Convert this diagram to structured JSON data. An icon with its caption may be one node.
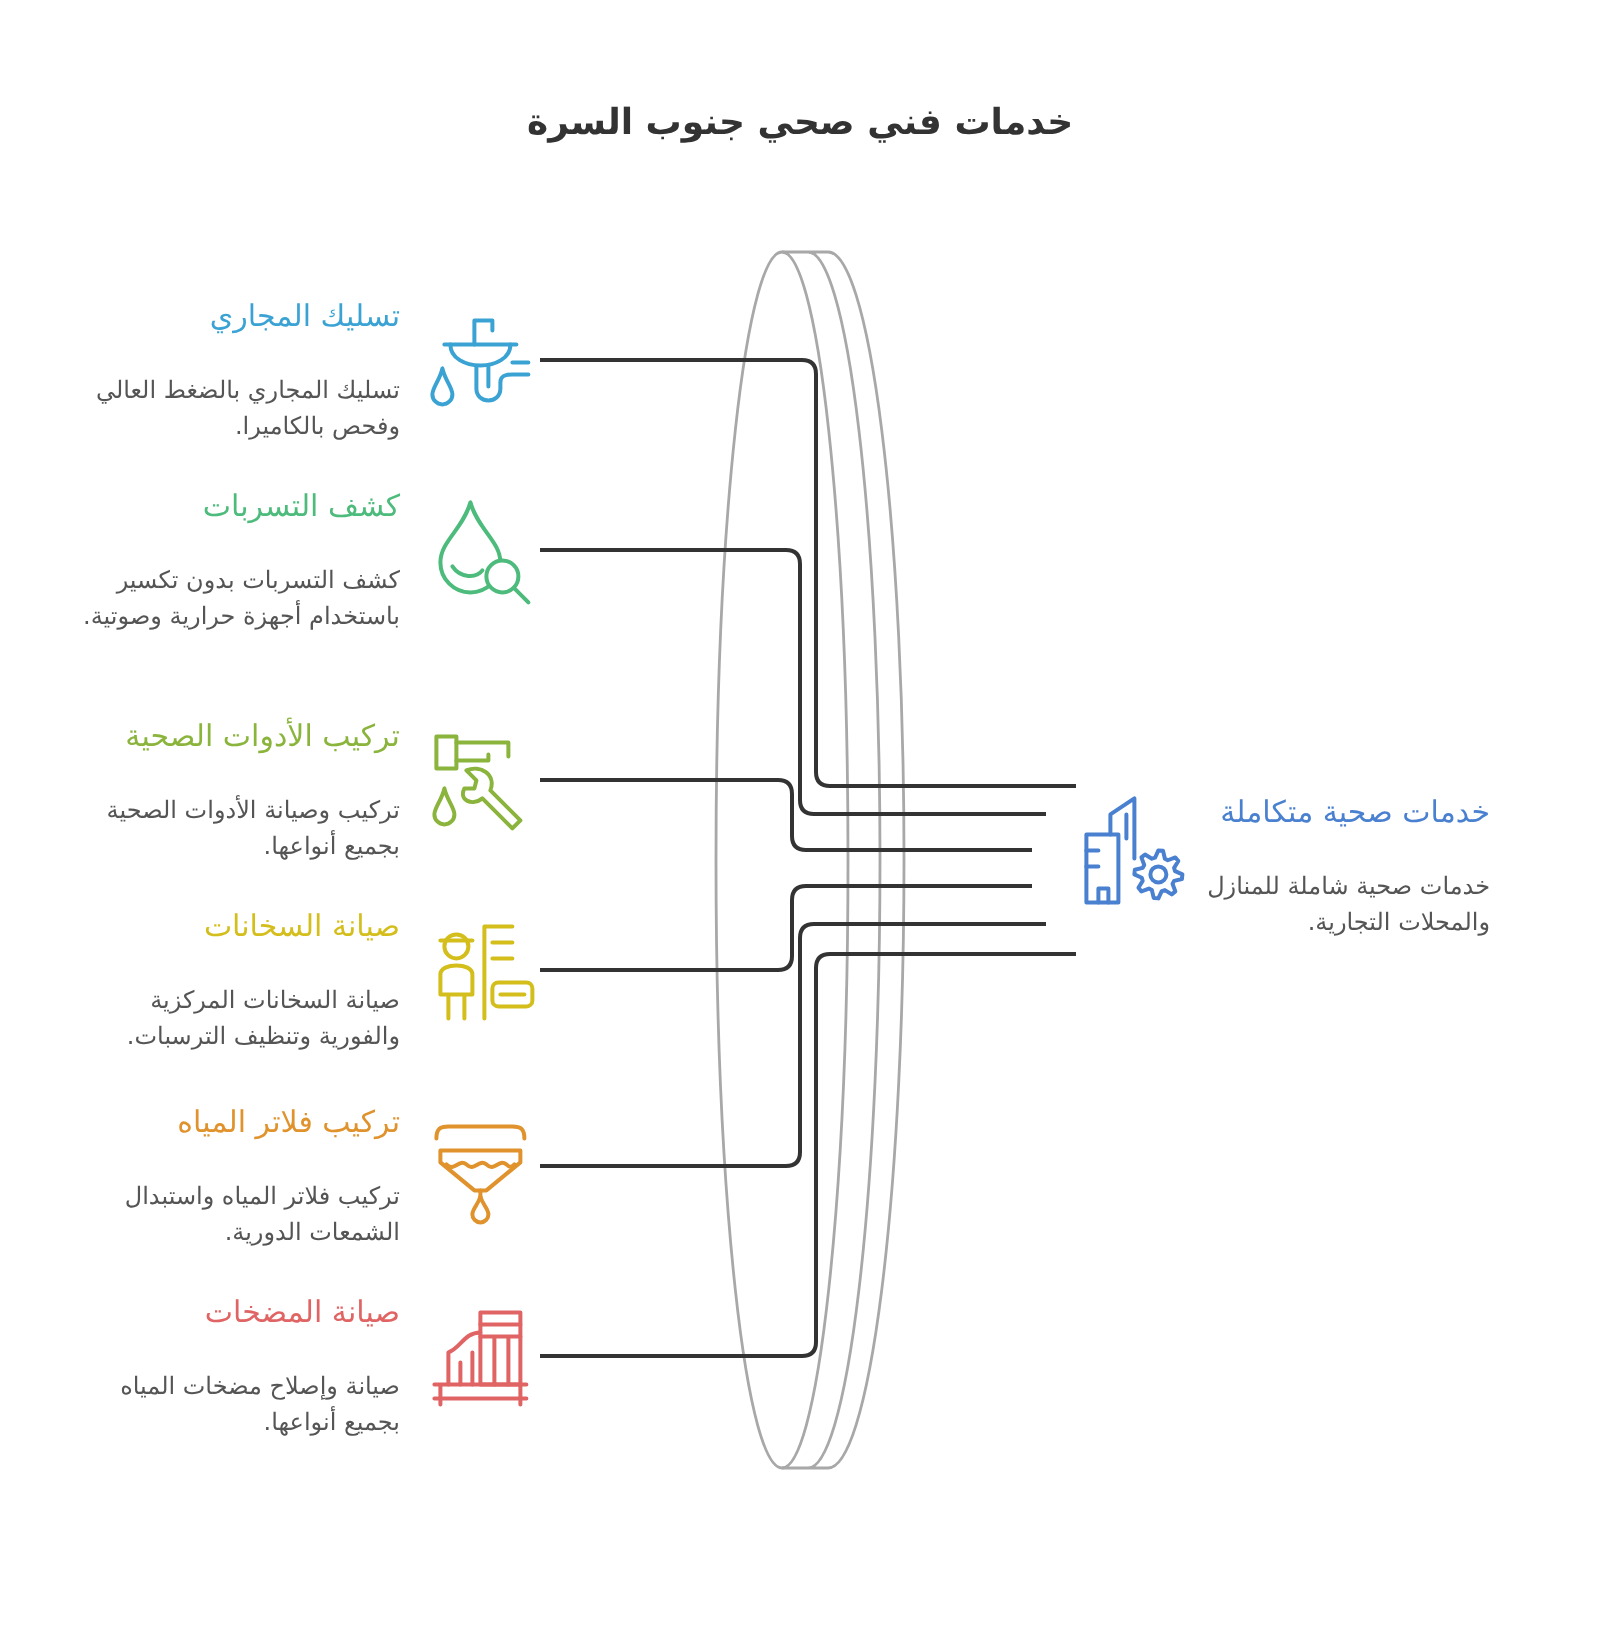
{
  "diagram": {
    "title": "خدمات فني صحي جنوب السرة",
    "nodes": [
      {
        "text": [
          "تسليك المجاري",
          "تسليك المجاري بالضغط العالي وفحص بالكاميرا."
        ]
      },
      {
        "text": [
          "كشف التسربات",
          "كشف التسربات بدون تكسير باستخدام أجهزة حرارية وصوتية."
        ]
      },
      {
        "text": [
          "تركيب الأدوات الصحية",
          "تركيب وصيانة الأدوات الصحية بجميع أنواعها."
        ]
      },
      {
        "text": [
          "صيانة السخانات",
          "صيانة السخانات المركزية والفورية وتنظيف الترسبات."
        ]
      },
      {
        "text": [
          "تركيب فلاتر المياه",
          "تركيب فلاتر المياه واستبدال الشمعات الدورية."
        ]
      },
      {
        "text": [
          "صيانة المضخات",
          "صيانة وإصلاح مضخات المياه بجميع أنواعها."
        ]
      },
      {
        "text": [
          "خدمات صحية متكاملة",
          "خدمات صحية شاملة للمنازل والمحلات التجارية."
        ]
      }
    ],
    "edges": [
      {
        "from": 0,
        "to": 6,
        "arrow": "none"
      },
      {
        "from": 1,
        "to": 6,
        "arrow": "none"
      },
      {
        "from": 2,
        "to": 6,
        "arrow": "none"
      },
      {
        "from": 3,
        "to": 6,
        "arrow": "none"
      },
      {
        "from": 4,
        "to": 6,
        "arrow": "none"
      },
      {
        "from": 5,
        "to": 6,
        "arrow": "none"
      }
    ]
  }
}
